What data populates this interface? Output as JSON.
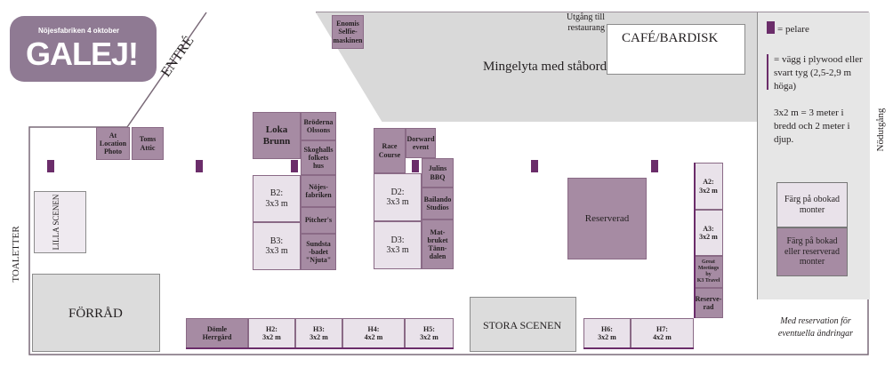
{
  "logo": {
    "subtitle": "Nöjesfabriken 4 oktober",
    "title": "GALEJ!"
  },
  "areas": {
    "entre": "ENTRÉ",
    "toaletter": "TOALETTER",
    "lilla_scenen": "LILLA SCENEN",
    "forrad": "FÖRRÅD",
    "stora_scenen": "STORA SCENEN",
    "mingelyta": "Mingelyta med ståbord",
    "cafe": "CAFÉ/BARDISK",
    "utgang": "Utgång till\nrestaurang",
    "nodutgang": "Nödutgång",
    "reserverad_center": "Reserverad"
  },
  "booths": {
    "enomis": "Enomis\nSelfie-\nmaskinen",
    "at_location": "At\nLocation\nPhoto",
    "toms_attic": "Toms\nAttic",
    "loka": "Loka\nBrunn",
    "broderna": "Bröderna\nOlssons",
    "skoghalls": "Skoghalls\nfolkets\nhus",
    "b2": "B2:\n3x3 m",
    "b3": "B3:\n3x3 m",
    "nojesfabriken": "Nöjes-\nfabriken",
    "pitchers": "Pitcher's",
    "sundsta": "Sundsta\n-badet\n\"Njuta\"",
    "race_course": "Race\nCourse",
    "dorward": "Dorward\nevent",
    "julins": "Julins\nBBQ",
    "bailando": "Bailando\nStudios",
    "matbruket": "Mat-\nbruket\nTänn-\ndalen",
    "d2": "D2:\n3x3 m",
    "d3": "D3:\n3x3 m",
    "a2": "A2:\n3x2 m",
    "a3": "A3:\n3x2 m",
    "great_meetings": "Great\nMeetings\nby\nK3 Travel",
    "reserverad_a": "Reserve-\nrad",
    "domle": "Dömle\nHerrgård",
    "h2": "H2:\n3x2 m",
    "h3": "H3:\n3x2 m",
    "h4": "H4:\n4x2 m",
    "h5": "H5:\n3x2 m",
    "h6": "H6:\n3x2 m",
    "h7": "H7:\n4x2 m"
  },
  "legend": {
    "pelare": "= pelare",
    "vagg": "= vägg i plywood eller svart tyg (2,5-2,9 m höga)",
    "matt": "3x2 m = 3 meter i bredd och 2 meter i djup.",
    "obokad": "Färg på obokad monter",
    "bokad": "Färg på bokad eller reserverad monter"
  },
  "note": "Med reservation för eventuella ändringar",
  "colors": {
    "booked": "#a68ba3",
    "unbooked": "#e9e2ea",
    "pillar": "#6b2d6a",
    "gray_area": "#dcdcdc"
  }
}
